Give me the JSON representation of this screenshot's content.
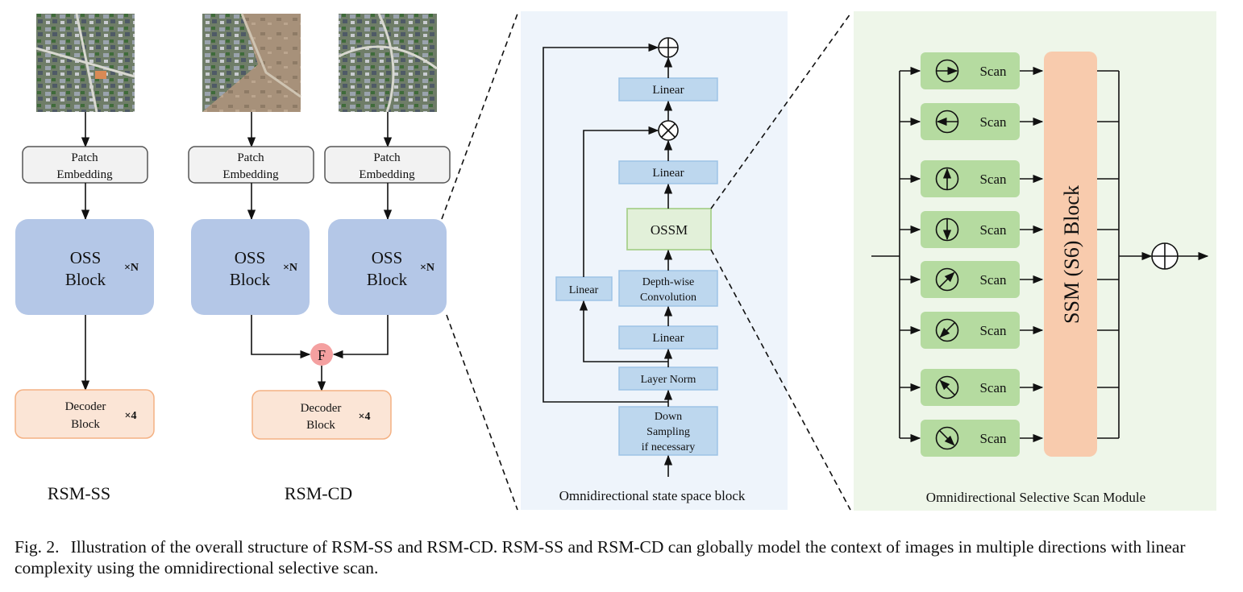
{
  "rsm_ss": {
    "patch_embedding": [
      "Patch",
      "Embedding"
    ],
    "oss_block": [
      "OSS",
      "Block"
    ],
    "oss_repeat": "×N",
    "decoder_block": [
      "Decoder",
      "Block"
    ],
    "decoder_repeat": "×4",
    "label": "RSM-SS"
  },
  "rsm_cd": {
    "patch_embedding": [
      "Patch",
      "Embedding"
    ],
    "oss_block": [
      "OSS",
      "Block"
    ],
    "oss_repeat": "×N",
    "fusion": "F",
    "decoder_block": [
      "Decoder",
      "Block"
    ],
    "decoder_repeat": "×4",
    "label": "RSM-CD"
  },
  "oss_block_detail": {
    "title": "Omnidirectional state space block",
    "linear_top": "Linear",
    "linear_mid": "Linear",
    "ossm": "OSSM",
    "depthwise": [
      "Depth-wise",
      "Convolution"
    ],
    "linear_side": "Linear",
    "linear_low": "Linear",
    "layer_norm": "Layer Norm",
    "down_sampling": [
      "Down",
      "Sampling",
      "if necessary"
    ]
  },
  "ossm_detail": {
    "title": "Omnidirectional Selective Scan Module",
    "scan_label": "Scan",
    "scan_directions": [
      "right",
      "left",
      "up",
      "down",
      "up-right",
      "down-left",
      "up-left",
      "down-right"
    ],
    "ssm_block": "SSM (S6) Block"
  },
  "caption": {
    "fig_label": "Fig. 2.",
    "text": "Illustration of the overall structure of RSM-SS and RSM-CD. RSM-SS and RSM-CD can globally model the context of images in multiple directions with linear complexity using the omnidirectional selective scan."
  },
  "colors": {
    "oss_block": "#b4c7e7",
    "decoder_fill": "#fbe5d6",
    "decoder_stroke": "#f4b183",
    "patch_fill": "#f2f2f2",
    "fusion": "#f4a0a0",
    "panel_blue": "#eef4fb",
    "panel_green": "#eef6e9",
    "linear_fill": "#bdd7ee",
    "linear_stroke": "#9dc3e6",
    "scan_fill": "#b5dba0",
    "ssm_fill": "#f8cbad"
  }
}
